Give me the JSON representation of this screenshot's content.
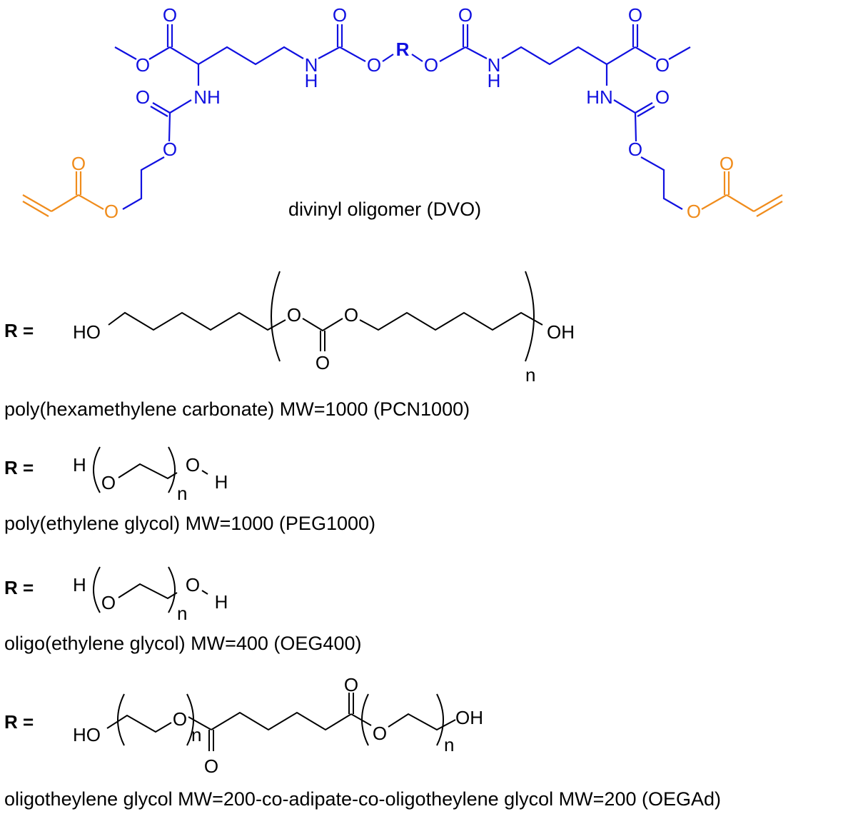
{
  "colors": {
    "core": "#1010e0",
    "acrylate": "#f08c1c",
    "text": "#000000"
  },
  "dvo": {
    "caption": "divinyl oligomer (DVO)",
    "atoms": {
      "O": "O",
      "NH": "NH",
      "HN": "HN",
      "N": "N",
      "H": "H",
      "R": "R"
    }
  },
  "r_label": "R =",
  "variants": [
    {
      "caption": "poly(hexamethylene carbonate) MW=1000 (PCN1000)",
      "ho": "HO",
      "oh": "OH",
      "o": "O",
      "n": "n"
    },
    {
      "caption": "poly(ethylene glycol) MW=1000 (PEG1000)",
      "h": "H",
      "o": "O",
      "n": "n"
    },
    {
      "caption": "oligo(ethylene glycol) MW=400 (OEG400)",
      "h": "H",
      "o": "O",
      "n": "n"
    },
    {
      "caption": "oligotheylene glycol MW=200-co-adipate-co-oligotheylene glycol MW=200 (OEGAd)",
      "ho": "HO",
      "oh": "OH",
      "o": "O",
      "n": "n"
    }
  ]
}
